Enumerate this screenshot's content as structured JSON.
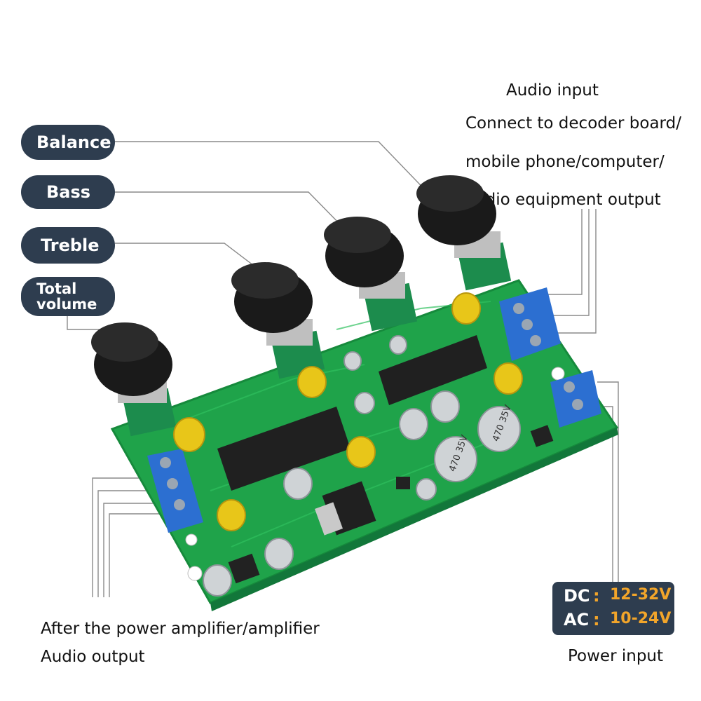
{
  "callouts": {
    "balance": "Balance",
    "bass": "Bass",
    "treble": "Treble",
    "total_volume_line1": "Total",
    "total_volume_line2": "volume"
  },
  "audio_input": {
    "title": "Audio input",
    "line1": "Connect to decoder board/",
    "line2": "mobile phone/computer/",
    "line3": "audio equipment output"
  },
  "audio_output": {
    "line1": "After the power amplifier/amplifier",
    "line2": "Audio output"
  },
  "power": {
    "dc_label": "DC",
    "dc_value": "12-32V",
    "ac_label": "AC",
    "ac_value": "10-24V",
    "separator": ":",
    "caption": "Power input"
  },
  "board_labels": {
    "cap_a": "470 35V",
    "cap_b": "470 35V"
  },
  "colors": {
    "pill_bg": "#2e3d4f",
    "pcb_green": "#1fa34a",
    "terminal_blue": "#2c6fd1",
    "accent_orange": "#f2a52a",
    "knob_black": "#1a1a1a"
  }
}
